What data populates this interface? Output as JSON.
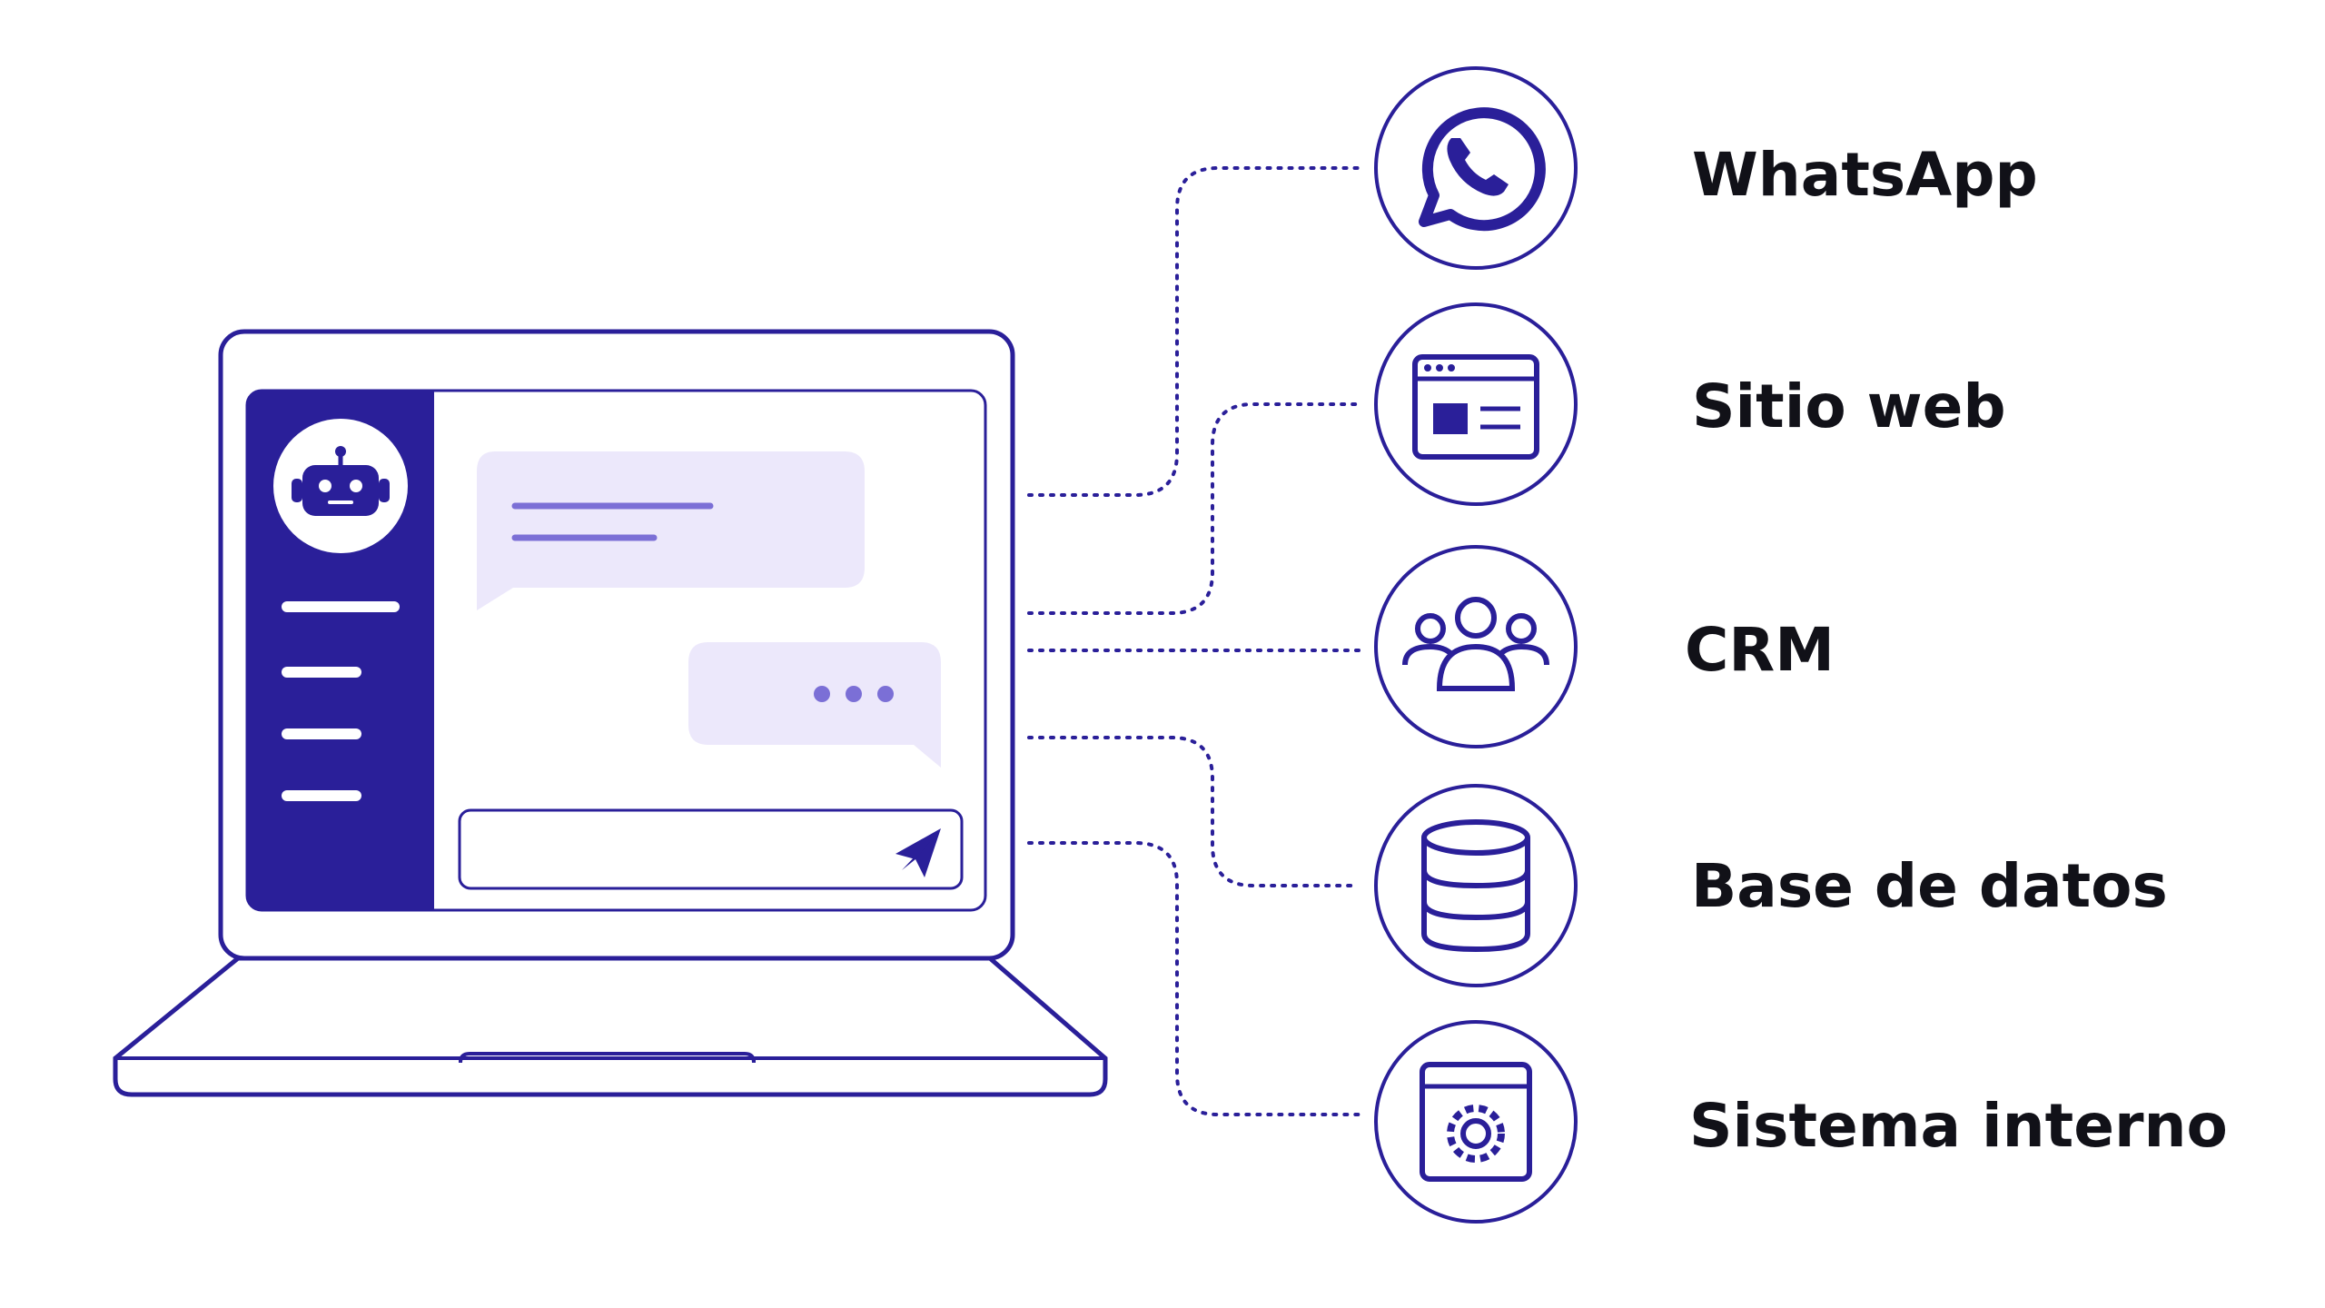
{
  "colors": {
    "primary": "#2a1f99",
    "bubble": "#ece8fb",
    "line_accent": "#7b6fd6",
    "text": "#111118",
    "background": "#ffffff"
  },
  "laptop": {
    "sidebar": {
      "avatar_icon": "robot-icon",
      "menu_items": 4
    },
    "chat": {
      "incoming_bubble_lines": 2,
      "typing_indicator_dots": 3
    },
    "composer": {
      "send_icon": "paper-plane-icon"
    }
  },
  "integrations": [
    {
      "icon": "whatsapp-icon",
      "label": "WhatsApp"
    },
    {
      "icon": "browser-window-icon",
      "label": "Sitio web"
    },
    {
      "icon": "people-group-icon",
      "label": "CRM"
    },
    {
      "icon": "database-icon",
      "label": "Base de datos"
    },
    {
      "icon": "settings-window-icon",
      "label": "Sistema interno"
    }
  ]
}
